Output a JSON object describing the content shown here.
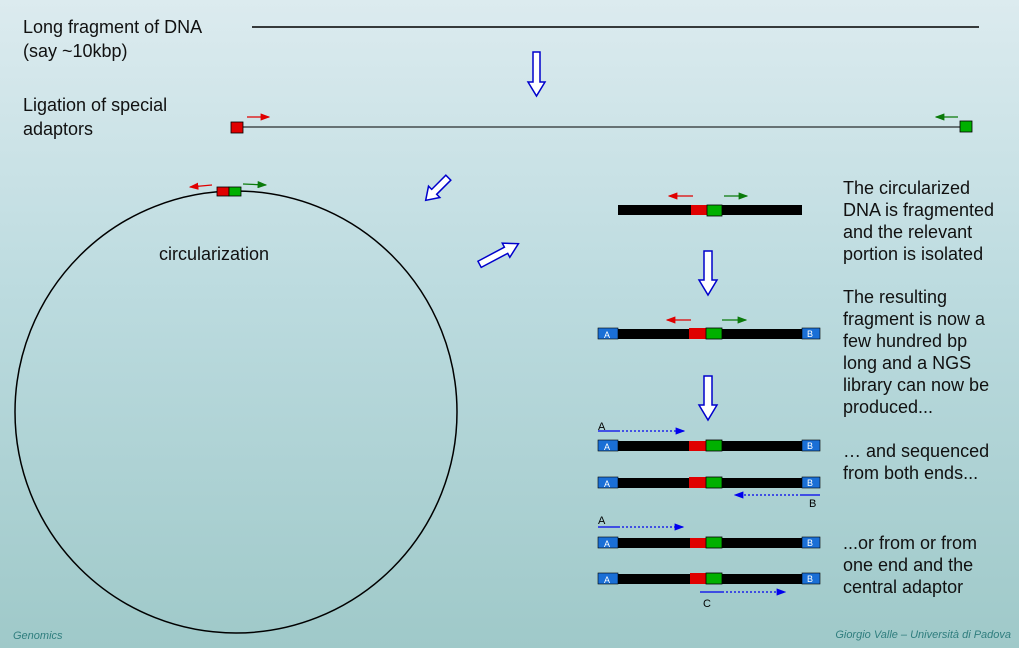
{
  "texts": {
    "title_line1": "Long fragment of DNA",
    "title_line2": "(say ~10kbp)",
    "ligation_line1": "Ligation of special",
    "ligation_line2": "adaptors",
    "circularization": "circularization",
    "fragmented": "The circularized\nDNA is fragmented\nand the relevant\nportion is isolated",
    "resulting": "The resulting\nfragment is now a\nfew hundred bp\nlong and a NGS\nlibrary can now be\nproduced...",
    "both_ends": "… and sequenced\nfrom both ends...",
    "central": "...or from or from\none end and the\ncentral adaptor"
  },
  "labels": {
    "adaptor_a": "A",
    "adaptor_b": "B",
    "primer_a": "A",
    "primer_b": "B",
    "primer_c": "C"
  },
  "footer": {
    "left": "Genomics",
    "right": "Giorgio Valle – Università di Padova"
  },
  "colors": {
    "dna": "#000000",
    "red_adaptor": "#e00000",
    "green_adaptor": "#00b000",
    "blue_adaptor": "#1a6fd6",
    "arrow_outline": "#0000cc",
    "read_arrow": "#0000ee",
    "red_arrow": "#e00000",
    "green_arrow": "#0a7a0a"
  }
}
